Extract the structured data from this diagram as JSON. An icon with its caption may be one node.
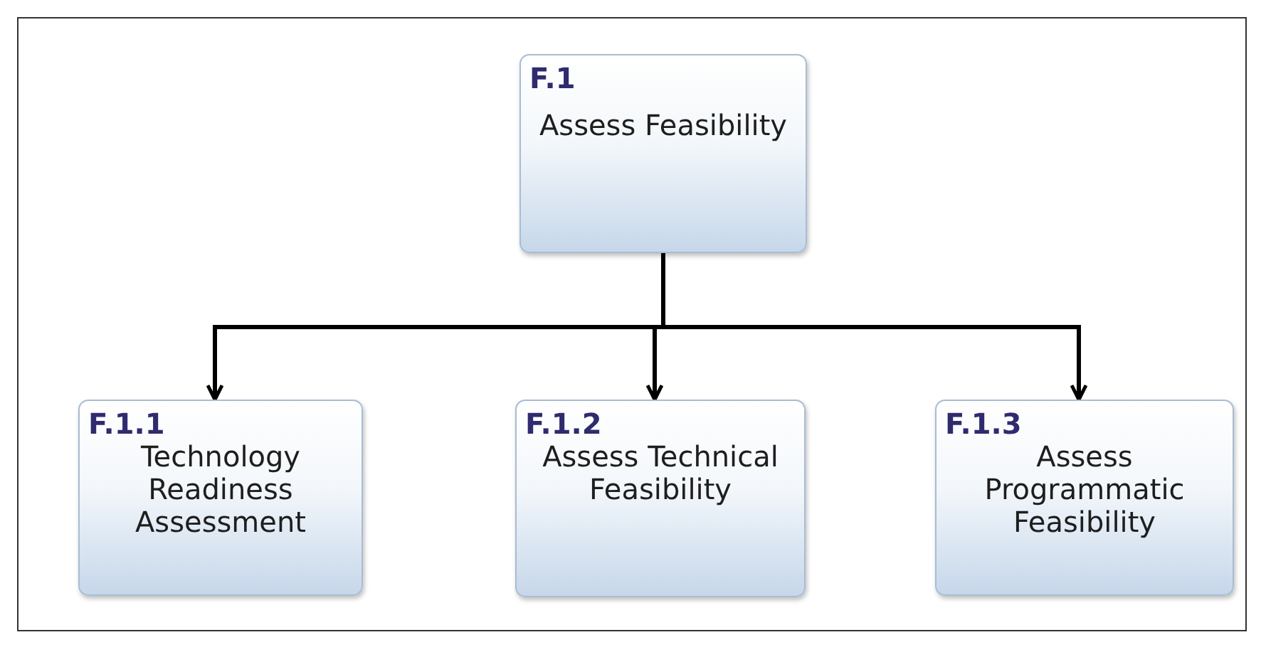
{
  "diagram": {
    "nodes": [
      {
        "text": [
          "F.1",
          "Assess Feasibility"
        ]
      },
      {
        "text": [
          "F.1.1",
          "Technology Readiness Assessment"
        ]
      },
      {
        "text": [
          "F.1.2",
          "Assess Technical Feasibility"
        ]
      },
      {
        "text": [
          "F.1.3",
          "Assess Programmatic Feasibility"
        ]
      }
    ],
    "edges": [
      {
        "from": 0,
        "to": 1,
        "arrow": "to"
      },
      {
        "from": 0,
        "to": 2,
        "arrow": "to"
      },
      {
        "from": 0,
        "to": 3,
        "arrow": "to"
      }
    ]
  }
}
